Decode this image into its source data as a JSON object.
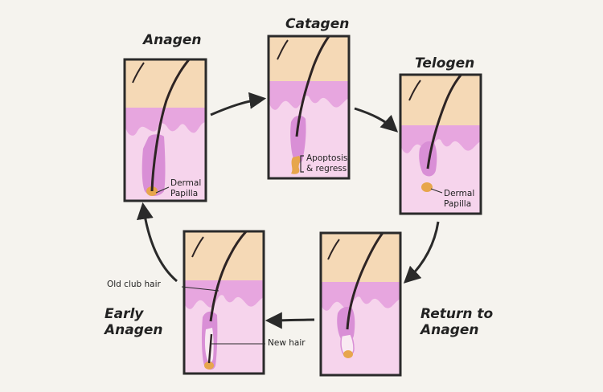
{
  "stages": {
    "anagen": {
      "title": "Anagen",
      "label_line1": "Dermal",
      "label_line2": "Papilla"
    },
    "catagen": {
      "title": "Catagen",
      "label_line1": "Apoptosis",
      "label_line2": "& regress"
    },
    "telogen": {
      "title": "Telogen",
      "label_line1": "Dermal",
      "label_line2": "Papilla"
    },
    "return_to_anagen": {
      "title_line1": "Return to",
      "title_line2": "Anagen"
    },
    "early_anagen": {
      "title_line1": "Early",
      "title_line2": "Anagen",
      "old_hair_label": "Old club hair",
      "new_hair_label": "New hair"
    }
  },
  "colors": {
    "epidermis": "#f5d9b6",
    "dermis": "#f6d4ec",
    "wave": "#e7a6df",
    "follicle": "#d98fd6",
    "papilla": "#e7a64c",
    "hair": "#2d2424",
    "frame": "#2a2a2a",
    "arrow": "#2a2a2a"
  },
  "icons": [
    "cycle-arrow-icon"
  ]
}
